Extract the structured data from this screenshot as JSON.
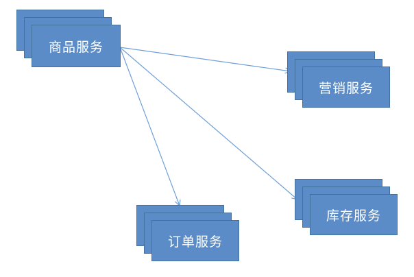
{
  "diagram": {
    "colors": {
      "fill": "#5b8cc8",
      "border": "#41719c",
      "text": "#ffffff",
      "arrow": "#6f9fd8"
    },
    "nodes": {
      "product": {
        "label": "商品服务"
      },
      "marketing": {
        "label": "营销服务"
      },
      "order": {
        "label": "订单服务"
      },
      "inventory": {
        "label": "库存服务"
      }
    },
    "edges": [
      {
        "from": "product",
        "to": "marketing"
      },
      {
        "from": "product",
        "to": "order"
      },
      {
        "from": "product",
        "to": "inventory"
      }
    ]
  }
}
